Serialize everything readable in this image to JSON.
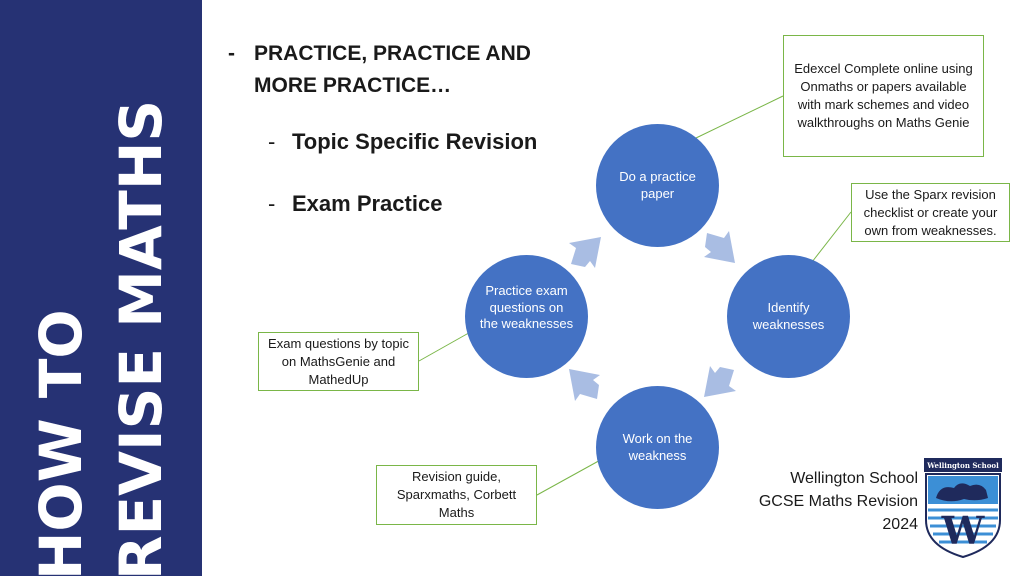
{
  "sidebar": {
    "title_line1": "HOW TO",
    "title_line2": "REVISE MATHS"
  },
  "bullets": {
    "main": "PRACTICE, PRACTICE AND MORE PRACTICE…",
    "topic": "Topic Specific Revision",
    "exam": "Exam Practice",
    "dash": "-"
  },
  "cycle": {
    "paper": "Do a practice paper",
    "identify": "Identify weaknesses",
    "work": "Work on the weakness",
    "practice": "Practice exam questions on the weaknesses"
  },
  "callouts": {
    "edexcel": "Edexcel Complete online using Onmaths or papers available with mark schemes and video walkthroughs on Maths Genie",
    "sparx": "Use the Sparx revision checklist or create your own from weaknesses.",
    "mathsgenie": "Exam questions by topic on MathsGenie and MathedUp",
    "guide": "Revision guide, Sparxmaths, Corbett Maths"
  },
  "footer": {
    "line1": "Wellington School",
    "line2": "GCSE Maths Revision",
    "line3": "2024"
  },
  "crest": {
    "banner": "Wellington School",
    "letter": "W"
  },
  "colors": {
    "sidebar": "#263274",
    "circle": "#4472c4",
    "arrow": "#a9bde3",
    "callout_border": "#7ab648"
  }
}
